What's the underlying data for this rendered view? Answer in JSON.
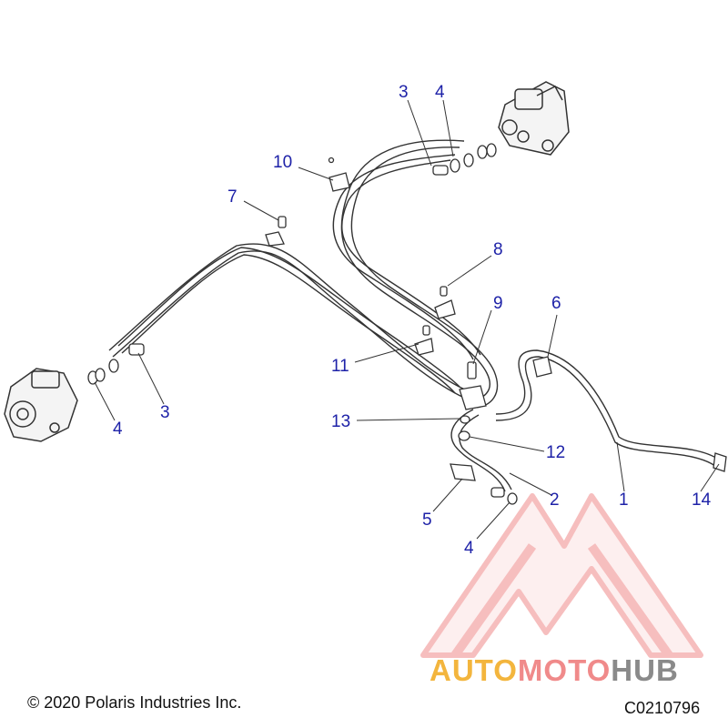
{
  "diagram": {
    "callouts": [
      "3",
      "4",
      "10",
      "7",
      "8",
      "9",
      "6",
      "11",
      "4",
      "3",
      "13",
      "12",
      "1",
      "14",
      "5",
      "2",
      "4"
    ]
  },
  "footer": {
    "copyright": "© 2020 Polaris Industries Inc.",
    "code": "C0210796"
  },
  "watermark": {
    "part1": "AUTO",
    "part2": "MOTO",
    "part3": "HUB",
    "colors": {
      "yellow": "#f3b53d",
      "red": "#f08a8a",
      "gray": "#8a8a8a"
    }
  },
  "colors": {
    "callout": "#1e22a8",
    "line": "#333333"
  }
}
